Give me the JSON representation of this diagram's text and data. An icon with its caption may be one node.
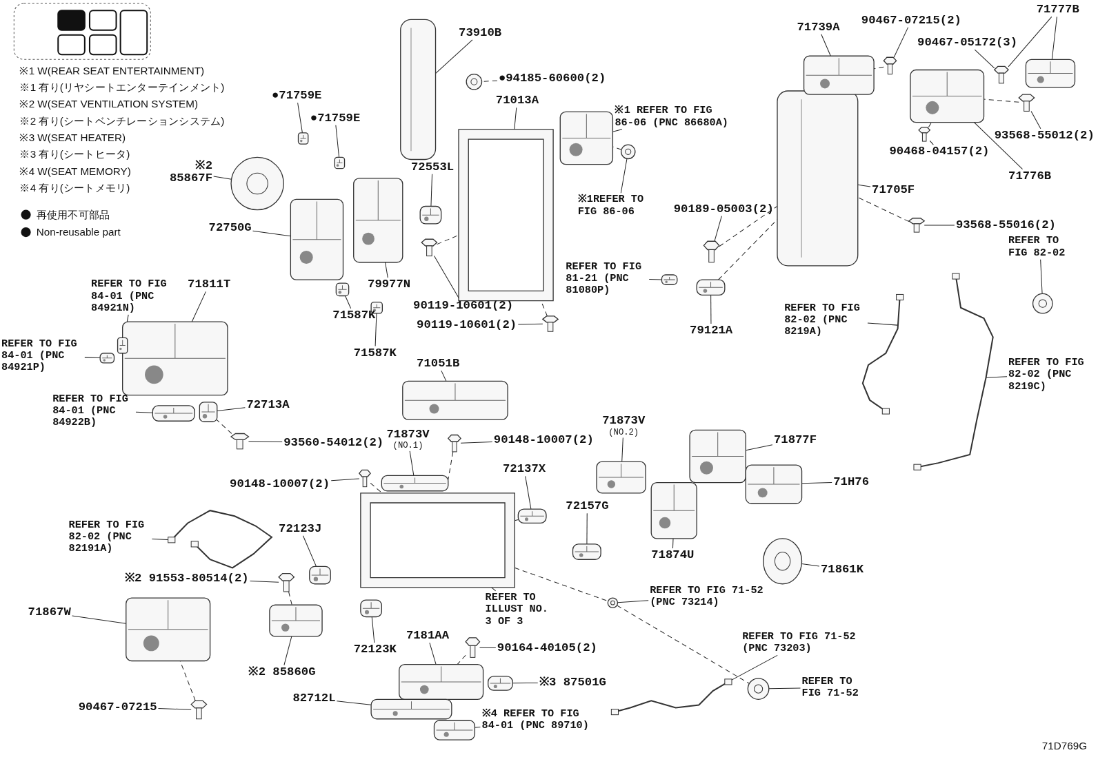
{
  "diagram": {
    "nodes": [
      {
        "text": [
          "73910B"
        ]
      },
      {
        "text": [],
        "shape": "picture"
      },
      {
        "text": [
          "●94185-60600(2)"
        ]
      },
      {
        "text": [],
        "shape": "picture"
      },
      {
        "text": [
          "71013A"
        ]
      },
      {
        "text": [],
        "shape": "picture"
      },
      {
        "text": [
          "※1 REFER TO FIG 86-06 (PNC 86680A)"
        ]
      },
      {
        "text": [],
        "shape": "picture"
      },
      {
        "text": [
          "※1REFER TO FIG 86-06"
        ]
      },
      {
        "text": [],
        "shape": "picture"
      },
      {
        "text": [
          "●71759E"
        ]
      },
      {
        "text": [],
        "shape": "picture"
      },
      {
        "text": [
          "●71759E"
        ]
      },
      {
        "text": [],
        "shape": "picture"
      },
      {
        "text": [
          "※2 85867F"
        ]
      },
      {
        "text": [],
        "shape": "picture"
      },
      {
        "text": [
          "72750G"
        ]
      },
      {
        "text": [],
        "shape": "picture"
      },
      {
        "text": [
          "79977N"
        ]
      },
      {
        "text": [],
        "shape": "picture"
      },
      {
        "text": [
          "72553L"
        ]
      },
      {
        "text": [],
        "shape": "picture"
      },
      {
        "text": [
          "90119-10601(2)"
        ]
      },
      {
        "text": [],
        "shape": "picture"
      },
      {
        "text": [
          "90119-10601(2)"
        ]
      },
      {
        "text": [],
        "shape": "picture"
      },
      {
        "text": [
          "71587K"
        ]
      },
      {
        "text": [],
        "shape": "picture"
      },
      {
        "text": [
          "71587K"
        ]
      },
      {
        "text": [],
        "shape": "picture"
      },
      {
        "text": [
          "71811T"
        ]
      },
      {
        "text": [],
        "shape": "picture"
      },
      {
        "text": [
          "REFER TO FIG 84-01 (PNC 84921N)"
        ]
      },
      {
        "text": [],
        "shape": "picture"
      },
      {
        "text": [
          "REFER TO FIG 84-01 (PNC 84921P)"
        ]
      },
      {
        "text": [],
        "shape": "picture"
      },
      {
        "text": [
          "REFER TO FIG 84-01 (PNC 84922B)"
        ]
      },
      {
        "text": [],
        "shape": "picture"
      },
      {
        "text": [
          "72713A"
        ]
      },
      {
        "text": [],
        "shape": "picture"
      },
      {
        "text": [
          "93560-54012(2)"
        ]
      },
      {
        "text": [],
        "shape": "picture"
      },
      {
        "text": [
          "71051B"
        ]
      },
      {
        "text": [],
        "shape": "picture"
      },
      {
        "text": [
          "71873V",
          "(NO.1)"
        ]
      },
      {
        "text": [],
        "shape": "picture"
      },
      {
        "text": [
          "90148-10007(2)"
        ]
      },
      {
        "text": [],
        "shape": "picture"
      },
      {
        "text": [
          "90148-10007(2)"
        ]
      },
      {
        "text": [],
        "shape": "picture"
      },
      {
        "text": [
          "72137X"
        ]
      },
      {
        "text": [],
        "shape": "picture"
      },
      {
        "text": [
          "72157G"
        ]
      },
      {
        "text": [],
        "shape": "picture"
      },
      {
        "text": [
          "71873V",
          "(NO.2)"
        ]
      },
      {
        "text": [],
        "shape": "picture"
      },
      {
        "text": [
          "71877F"
        ]
      },
      {
        "text": [],
        "shape": "picture"
      },
      {
        "text": [
          "71H76"
        ]
      },
      {
        "text": [],
        "shape": "picture"
      },
      {
        "text": [
          "71874U"
        ]
      },
      {
        "text": [],
        "shape": "picture"
      },
      {
        "text": [
          "71861K"
        ]
      },
      {
        "text": [],
        "shape": "picture"
      },
      {
        "text": [
          "72123J"
        ]
      },
      {
        "text": [],
        "shape": "picture"
      },
      {
        "text": [
          "REFER TO FIG 82-02 (PNC 82191A)"
        ]
      },
      {
        "text": [],
        "shape": "picture"
      },
      {
        "text": [
          "※2 91553-80514(2)"
        ]
      },
      {
        "text": [],
        "shape": "picture"
      },
      {
        "text": [
          "※2 85860G"
        ]
      },
      {
        "text": [],
        "shape": "picture"
      },
      {
        "text": [
          "71867W"
        ]
      },
      {
        "text": [],
        "shape": "picture"
      },
      {
        "text": [
          "90467-07215"
        ]
      },
      {
        "text": [],
        "shape": "picture"
      },
      {
        "text": [
          "72123K"
        ]
      },
      {
        "text": [],
        "shape": "picture"
      },
      {
        "text": [
          "7181AA"
        ]
      },
      {
        "text": [],
        "shape": "picture"
      },
      {
        "text": [
          "90164-40105(2)"
        ]
      },
      {
        "text": [],
        "shape": "picture"
      },
      {
        "text": [
          "※3 87501G"
        ]
      },
      {
        "text": [],
        "shape": "picture"
      },
      {
        "text": [
          "82712L"
        ]
      },
      {
        "text": [],
        "shape": "picture"
      },
      {
        "text": [
          "※4 REFER TO FIG 84-01 (PNC 89710)"
        ]
      },
      {
        "text": [],
        "shape": "picture"
      },
      {
        "text": [
          "REFER TO ILLUST NO. 3 OF 3"
        ]
      },
      {
        "text": [],
        "shape": "picture"
      },
      {
        "text": [
          "REFER TO FIG 71-52 (PNC 73214)"
        ]
      },
      {
        "text": [],
        "shape": "picture"
      },
      {
        "text": [
          "REFER TO FIG 71-52 (PNC 73203)"
        ]
      },
      {
        "text": [],
        "shape": "picture"
      },
      {
        "text": [
          "REFER TO FIG 71-52"
        ]
      },
      {
        "text": [],
        "shape": "picture"
      },
      {
        "text": [
          "REFER TO FIG 81-21 (PNC 81080P)"
        ]
      },
      {
        "text": [],
        "shape": "picture"
      },
      {
        "text": [
          "79121A"
        ]
      },
      {
        "text": [],
        "shape": "picture"
      },
      {
        "text": [
          "90189-05003(2)"
        ]
      },
      {
        "text": [],
        "shape": "picture"
      },
      {
        "text": [
          "71705F"
        ]
      },
      {
        "text": [],
        "shape": "picture"
      },
      {
        "text": [
          "93568-55016(2)"
        ]
      },
      {
        "text": [],
        "shape": "picture"
      },
      {
        "text": [
          "71739A"
        ]
      },
      {
        "text": [],
        "shape": "picture"
      },
      {
        "text": [
          "90467-07215(2)"
        ]
      },
      {
        "text": [],
        "shape": "picture"
      },
      {
        "text": [
          "71777B"
        ]
      },
      {
        "text": [],
        "shape": "picture"
      },
      {
        "text": [
          "90467-05172(3)"
        ]
      },
      {
        "text": [],
        "shape": "picture"
      },
      {
        "text": [
          "93568-55012(2)"
        ]
      },
      {
        "text": [],
        "shape": "picture"
      },
      {
        "text": [
          "90468-04157(2)"
        ]
      },
      {
        "text": [],
        "shape": "picture"
      },
      {
        "text": [
          "71776B"
        ]
      },
      {
        "text": [],
        "shape": "picture"
      },
      {
        "text": [
          "REFER TO FIG 82-02"
        ]
      },
      {
        "text": [],
        "shape": "picture"
      },
      {
        "text": [
          "REFER TO FIG 82-02 (PNC 8219A)"
        ]
      },
      {
        "text": [],
        "shape": "picture"
      },
      {
        "text": [
          "REFER TO FIG 82-02 (PNC 8219C)"
        ]
      },
      {
        "text": [],
        "shape": "picture"
      }
    ],
    "edges": [
      {
        "from": 0,
        "to": 1,
        "arrow": "none"
      },
      {
        "from": 2,
        "to": 3,
        "arrow": "none",
        "style": "dashed"
      },
      {
        "from": 4,
        "to": 5,
        "arrow": "none"
      },
      {
        "from": 6,
        "to": 7,
        "arrow": "none"
      },
      {
        "from": 8,
        "to": 9,
        "arrow": "none"
      },
      {
        "from": 10,
        "to": 11,
        "arrow": "none"
      },
      {
        "from": 12,
        "to": 13,
        "arrow": "none"
      },
      {
        "from": 14,
        "to": 15,
        "arrow": "none"
      },
      {
        "from": 16,
        "to": 17,
        "arrow": "none"
      },
      {
        "from": 18,
        "to": 19,
        "arrow": "none"
      },
      {
        "from": 20,
        "to": 21,
        "arrow": "none"
      },
      {
        "from": 22,
        "to": 23,
        "arrow": "none"
      },
      {
        "from": 24,
        "to": 25,
        "arrow": "none"
      },
      {
        "from": 26,
        "to": 27,
        "arrow": "none"
      },
      {
        "from": 28,
        "to": 29,
        "arrow": "none"
      },
      {
        "from": 30,
        "to": 31,
        "arrow": "none"
      },
      {
        "from": 32,
        "to": 33,
        "arrow": "none"
      },
      {
        "from": 34,
        "to": 35,
        "arrow": "none"
      },
      {
        "from": 36,
        "to": 37,
        "arrow": "none"
      },
      {
        "from": 38,
        "to": 39,
        "arrow": "none"
      },
      {
        "from": 40,
        "to": 41,
        "arrow": "none"
      },
      {
        "from": 42,
        "to": 43,
        "arrow": "none"
      },
      {
        "from": 44,
        "to": 45,
        "arrow": "none"
      },
      {
        "from": 46,
        "to": 47,
        "arrow": "none"
      },
      {
        "from": 48,
        "to": 49,
        "arrow": "none"
      },
      {
        "from": 50,
        "to": 51,
        "arrow": "none"
      },
      {
        "from": 52,
        "to": 53,
        "arrow": "none"
      },
      {
        "from": 54,
        "to": 55,
        "arrow": "none"
      },
      {
        "from": 56,
        "to": 57,
        "arrow": "none"
      },
      {
        "from": 58,
        "to": 59,
        "arrow": "none"
      },
      {
        "from": 60,
        "to": 61,
        "arrow": "none"
      },
      {
        "from": 62,
        "to": 63,
        "arrow": "none"
      },
      {
        "from": 64,
        "to": 65,
        "arrow": "none"
      },
      {
        "from": 66,
        "to": 67,
        "arrow": "none"
      },
      {
        "from": 68,
        "to": 69,
        "arrow": "none"
      },
      {
        "from": 70,
        "to": 71,
        "arrow": "none"
      },
      {
        "from": 72,
        "to": 73,
        "arrow": "none"
      },
      {
        "from": 74,
        "to": 75,
        "arrow": "none"
      },
      {
        "from": 76,
        "to": 77,
        "arrow": "none"
      },
      {
        "from": 78,
        "to": 79,
        "arrow": "none"
      },
      {
        "from": 80,
        "to": 81,
        "arrow": "none"
      },
      {
        "from": 82,
        "to": 83,
        "arrow": "none"
      },
      {
        "from": 84,
        "to": 85,
        "arrow": "none"
      },
      {
        "from": 86,
        "to": 87,
        "arrow": "none"
      },
      {
        "from": 88,
        "to": 89,
        "arrow": "none"
      },
      {
        "from": 90,
        "to": 91,
        "arrow": "none"
      },
      {
        "from": 92,
        "to": 93,
        "arrow": "none"
      },
      {
        "from": 94,
        "to": 95,
        "arrow": "none"
      },
      {
        "from": 96,
        "to": 97,
        "arrow": "none"
      },
      {
        "from": 98,
        "to": 99,
        "arrow": "none"
      },
      {
        "from": 100,
        "to": 101,
        "arrow": "none"
      },
      {
        "from": 102,
        "to": 103,
        "arrow": "none"
      },
      {
        "from": 104,
        "to": 105,
        "arrow": "none"
      },
      {
        "from": 106,
        "to": 107,
        "arrow": "none"
      },
      {
        "from": 108,
        "to": 109,
        "arrow": "none"
      },
      {
        "from": 110,
        "to": 111,
        "arrow": "none"
      },
      {
        "from": 110,
        "to": 113,
        "arrow": "none"
      },
      {
        "from": 112,
        "to": 113,
        "arrow": "none"
      },
      {
        "from": 114,
        "to": 115,
        "arrow": "none"
      },
      {
        "from": 116,
        "to": 117,
        "arrow": "none"
      },
      {
        "from": 118,
        "to": 119,
        "arrow": "none"
      },
      {
        "from": 120,
        "to": 121,
        "arrow": "none"
      },
      {
        "from": 122,
        "to": 123,
        "arrow": "none"
      },
      {
        "from": 124,
        "to": 125,
        "arrow": "none"
      },
      {
        "from": 23,
        "to": 5,
        "arrow": "none",
        "style": "dashed"
      },
      {
        "from": 25,
        "to": 5,
        "arrow": "none",
        "style": "dashed"
      },
      {
        "from": 9,
        "to": 7,
        "arrow": "none",
        "style": "dashed"
      },
      {
        "from": 41,
        "to": 39,
        "arrow": "none",
        "style": "dashed"
      },
      {
        "from": 101,
        "to": 103,
        "arrow": "none",
        "style": "dashed"
      },
      {
        "from": 99,
        "to": 103,
        "arrow": "none",
        "style": "dashed"
      },
      {
        "from": 105,
        "to": 103,
        "arrow": "none",
        "style": "dashed"
      },
      {
        "from": 109,
        "to": 107,
        "arrow": "none",
        "style": "dashed"
      },
      {
        "from": 117,
        "to": 119,
        "arrow": "none",
        "style": "dashed"
      },
      {
        "from": 115,
        "to": 119,
        "arrow": "none",
        "style": "dashed"
      },
      {
        "from": 47,
        "to": 89,
        "arrow": "none",
        "style": "dashed"
      },
      {
        "from": 49,
        "to": 89,
        "arrow": "none",
        "style": "dashed"
      },
      {
        "from": 51,
        "to": 89,
        "arrow": "none",
        "style": "dashed"
      },
      {
        "from": 69,
        "to": 71,
        "arrow": "none",
        "style": "dashed"
      },
      {
        "from": 75,
        "to": 73,
        "arrow": "none",
        "style": "dashed"
      },
      {
        "from": 81,
        "to": 79,
        "arrow": "none",
        "style": "dashed"
      },
      {
        "from": 89,
        "to": 91,
        "arrow": "none",
        "style": "dashed"
      },
      {
        "from": 91,
        "to": 95,
        "arrow": "none",
        "style": "dashed"
      }
    ],
    "labels": [
      "※1 W(REAR SEAT ENTERTAINMENT)",
      "※1 有り(リヤシートエンターテインメント)",
      "※2 W(SEAT VENTILATION SYSTEM)",
      "※2 有り(シートベンチレーションシステム)",
      "※3 W(SEAT HEATER)",
      "※3 有り(シートヒータ)",
      "※4 W(SEAT MEMORY)",
      "※4 有り(シートメモリ)",
      "71D769G"
    ],
    "legend": [
      {
        "text": "再使用不可部品"
      },
      {
        "text": "Non-reusable part"
      }
    ]
  }
}
